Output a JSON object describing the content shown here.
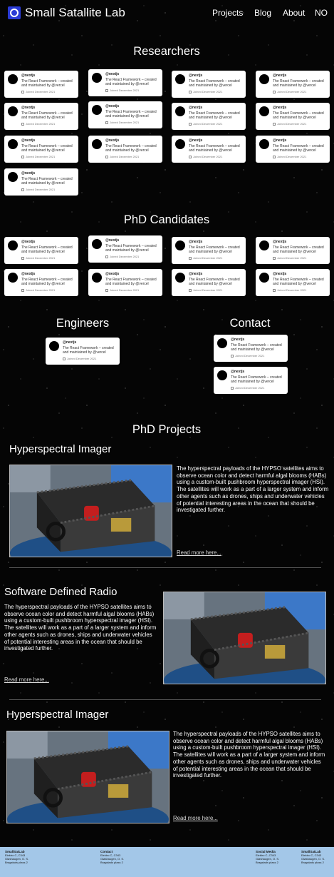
{
  "nav": {
    "title": "Small Satallite Lab",
    "links": [
      "Projects",
      "Blog",
      "About",
      "NO"
    ]
  },
  "sections": {
    "researchers": "Researchers",
    "phd": "PhD Candidates",
    "engineers": "Engineers",
    "contact": "Contact",
    "projects": "PhD  Projects"
  },
  "card": {
    "handle": "@nextjs",
    "description": "The React Framework – created and maintained by @vercel",
    "joined": "Joined December 2021"
  },
  "projects": [
    {
      "title": "Hyperspectral Imager",
      "text": "The hyperspectral payloads of the HYPSO satellites aims to observe ocean color and detect harmful algal blooms (HABs) using a custom-built pushbroom hyperspectral imager (HSI). The satellites will work as a part of a larger system and inform other agents such as drones, ships and underwater vehicles of potential interesting areas in the ocean that should be investigated further.",
      "link": "Read more here..."
    },
    {
      "title": "Software Defined Radio",
      "text": "The hyperspectral payloads of the HYPSO satellites aims to observe ocean color and detect harmful algal blooms (HABs) using a custom-built pushbroom hyperspectral imager (HSI). The satellites will work as a part of a larger system and inform other agents such as drones, ships and underwater vehicles of potential interesting areas in the ocean that should be investigated further.",
      "link": "Read more here..."
    },
    {
      "title": "Hyperspectral Imager",
      "text": "The hyperspectral payloads of the HYPSO satellites aims to observe ocean color and detect harmful algal blooms (HABs) using a custom-built pushbroom hyperspectral imager (HSI). The satellites will work as a part of a larger system and inform other agents such as drones, ships and underwater vehicles of potential interesting areas in the ocean that should be investigated further.",
      "link": "Read more here..."
    }
  ],
  "footer": {
    "columns": [
      {
        "heading": "SmallSatLab",
        "lines": [
          "Elektro C, C343",
          "Gløshaugen, O. S.",
          "Bragstads plass 2"
        ]
      },
      {
        "heading": "Contact",
        "lines": [
          "Elektro C, C343",
          "Gløshaugen, O. S.",
          "Bragstads plass 2"
        ]
      },
      {
        "heading": "Social Media",
        "lines": [
          "Elektro C, C343",
          "Gløshaugen, O. S.",
          "Bragstads plass 2"
        ]
      },
      {
        "heading": "SmallSatLab",
        "lines": [
          "Elektro C, C343",
          "Gløshaugen, O. S.",
          "Bragstads plass 2"
        ]
      }
    ]
  },
  "colors": {
    "background": "#050505",
    "logo": "#2a3bd6",
    "card": "#ffffff",
    "footer": "#a3c7e8"
  },
  "icons": {
    "logo": "satellite-ring-icon",
    "joined": "calendar-icon"
  }
}
